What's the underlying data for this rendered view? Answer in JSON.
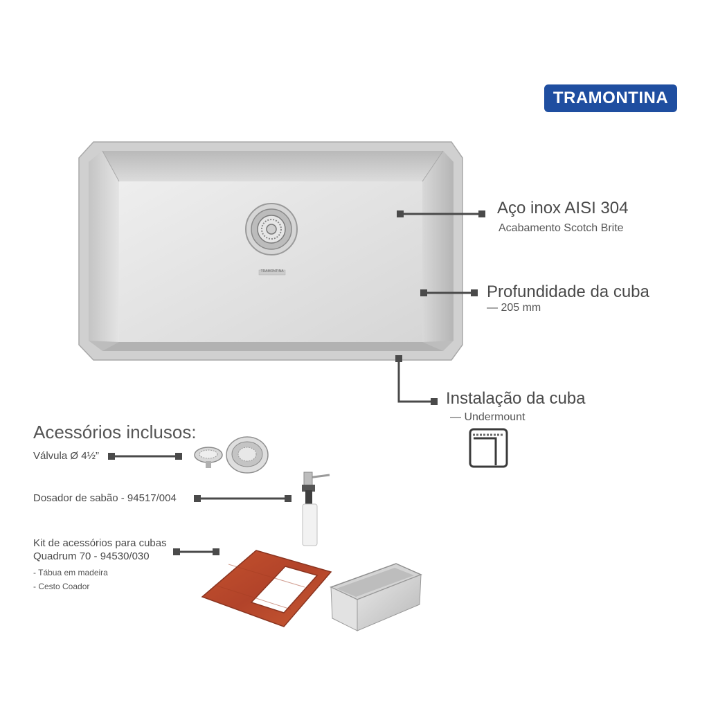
{
  "brand": {
    "name": "TRAMONTINA"
  },
  "features": [
    {
      "title": "Aço inox AISI 304",
      "subtitle": "Acabamento Scotch Brite"
    },
    {
      "title": "Profundidade da cuba",
      "subtitle": "— 205 mm"
    },
    {
      "title": "Instalação da cuba",
      "subtitle": "— Undermount"
    }
  ],
  "sink": {
    "engraving": "TRAMONTINA"
  },
  "accessories": {
    "title": "Acessórios inclusos:",
    "items": [
      {
        "label": "Válvula Ø 4½”"
      },
      {
        "label": "Dosador de sabão - 94517/004"
      },
      {
        "label": "Kit de acessórios para cubas",
        "label2": "Quadrum 70 - 94530/030",
        "details": [
          "- Tábua em madeira",
          "- Cesto Coador"
        ]
      }
    ]
  },
  "colors": {
    "brand": "#1f4ea0",
    "connector": "#4a4a4a",
    "steel": "#c8c8c8",
    "wood": "#b8482a"
  },
  "icons": [
    "valve-icon",
    "soap-dispenser-icon",
    "cutting-board-icon",
    "colander-basket-icon",
    "undermount-icon"
  ]
}
